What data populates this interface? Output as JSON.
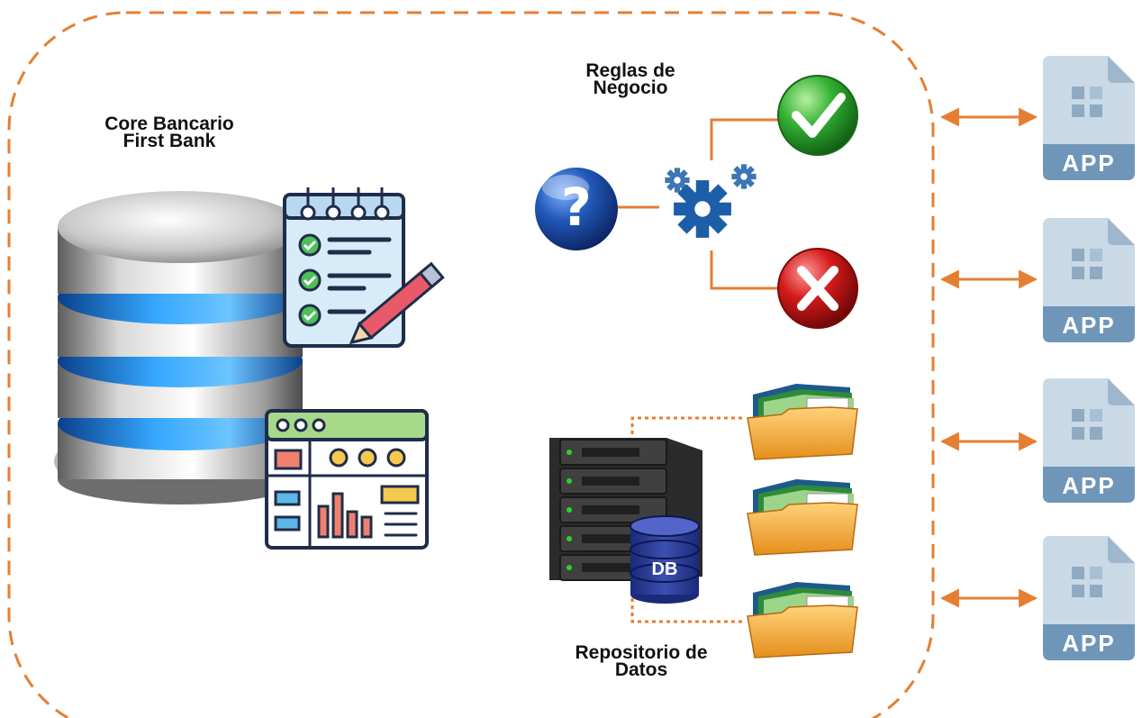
{
  "labels": {
    "core": [
      "Core Bancario",
      "First Bank"
    ],
    "rules": [
      "Reglas de",
      "Negocio"
    ],
    "repo": [
      "Repositorio de",
      "Datos"
    ]
  },
  "db_badge": "DB",
  "apps": [
    {
      "label": "APP"
    },
    {
      "label": "APP"
    },
    {
      "label": "APP"
    },
    {
      "label": "APP"
    }
  ],
  "colors": {
    "boundary": "#e67e32",
    "connector": "#e67e32",
    "app_file": "#c9d9e6",
    "app_band": "#6f96b8",
    "db_blue": "#1e8fe0",
    "accept": "#2ea82e",
    "reject": "#cc1515",
    "question": "#1b4aa0",
    "gears": "#1c5fa8"
  },
  "icons": [
    "database-icon",
    "checklist-icon",
    "dashboard-icon",
    "question-icon",
    "gears-icon",
    "check-icon",
    "cross-icon",
    "server-icon",
    "db-icon",
    "folder-icon",
    "app-file-icon"
  ]
}
